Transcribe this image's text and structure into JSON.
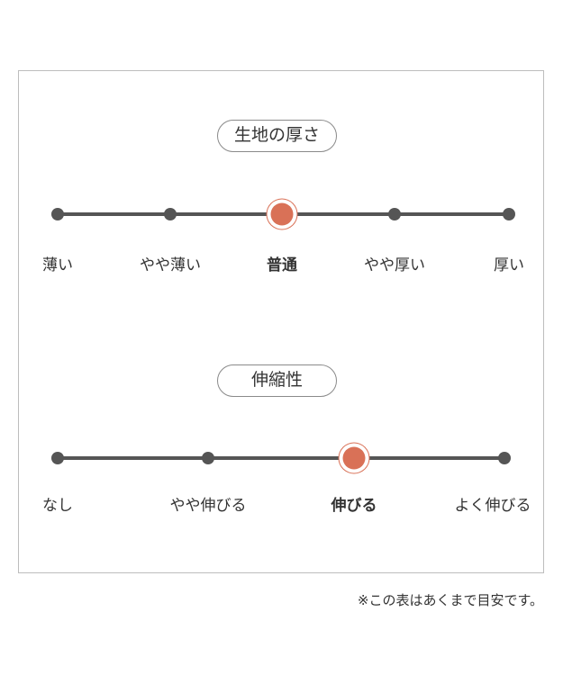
{
  "thickness": {
    "title": "生地の厚さ",
    "options": [
      "薄い",
      "やや薄い",
      "普通",
      "やや厚い",
      "厚い"
    ],
    "selected_index": 2
  },
  "stretch": {
    "title": "伸縮性",
    "options": [
      "なし",
      "やや伸びる",
      "伸びる",
      "よく伸びる"
    ],
    "selected_index": 2
  },
  "note": "※この表はあくまで目安です。",
  "colors": {
    "track": "#555555",
    "active": "#d97157",
    "border": "#bdbdbd"
  }
}
